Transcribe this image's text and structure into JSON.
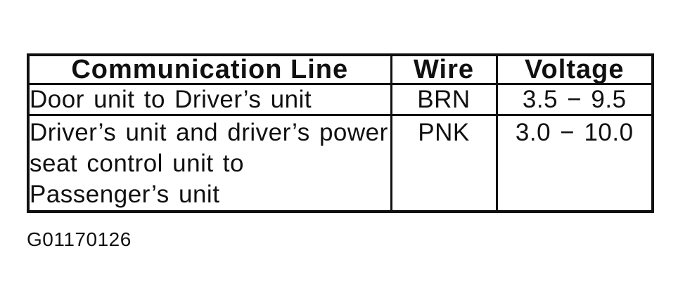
{
  "figure_id": "G01170126",
  "colors": {
    "ink": "#101010",
    "border": "#101010",
    "background": "#ffffff"
  },
  "table": {
    "headers": [
      "Communication Line",
      "Wire",
      "Voltage"
    ],
    "rows": [
      {
        "communication_line": "Door unit to Driver’s unit",
        "wire": "BRN",
        "voltage": "3.5 − 9.5"
      },
      {
        "communication_line": "Driver’s unit and driver’s power seat control unit to Passenger’s unit",
        "wire": "PNK",
        "voltage": "3.0 − 10.0"
      }
    ]
  }
}
